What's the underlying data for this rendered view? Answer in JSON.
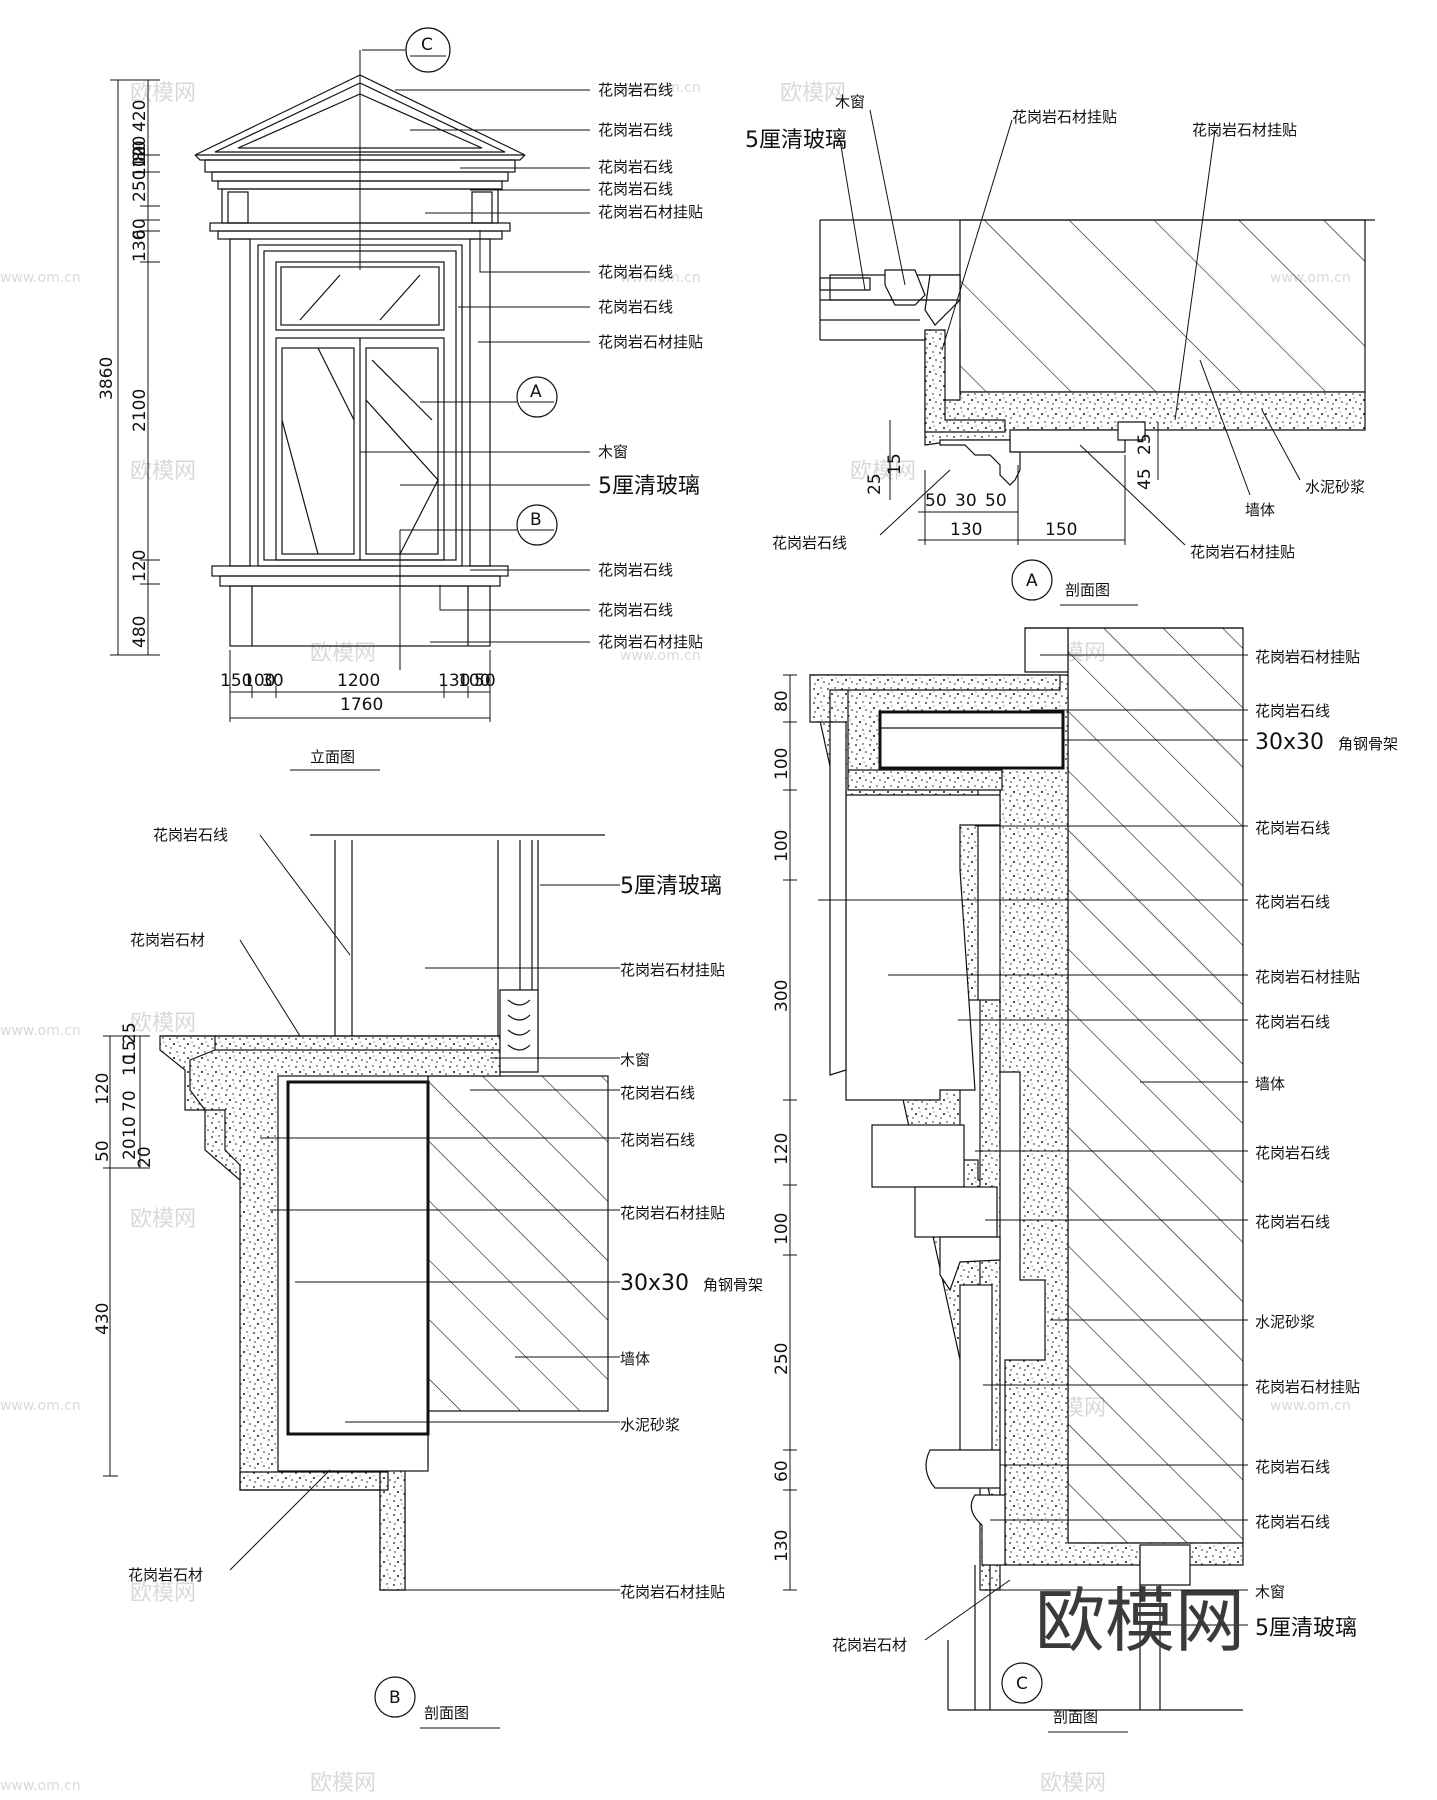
{
  "watermark": {
    "small": "欧模网",
    "url": "www.om.cn",
    "big": "欧模网"
  },
  "elevation": {
    "title": "立面图",
    "callout_marks": [
      "C",
      "A",
      "B"
    ],
    "labels": [
      "花岗岩石线",
      "花岗岩石线",
      "花岗岩石线",
      "花岗岩石线",
      "花岗岩石材挂贴",
      "花岗岩石线",
      "花岗岩石线",
      "花岗岩石材挂贴",
      "木窗",
      "5厘清玻璃",
      "花岗岩石线",
      "花岗岩石线",
      "花岗岩石材挂贴"
    ],
    "dims_vertical_outer": "3860",
    "dims_vertical": [
      "420",
      "120",
      "250",
      "100",
      "80",
      "60",
      "130",
      "2100",
      "120",
      "480"
    ],
    "dims_bottom": [
      "150",
      "100",
      "30",
      "1200",
      "130",
      "100",
      "50"
    ],
    "dims_total_width": "1760"
  },
  "section_a": {
    "mark": "A",
    "title": "剖面图",
    "labels": [
      "木窗",
      "5厘清玻璃",
      "花岗岩石材挂贴",
      "花岗岩石材挂贴",
      "水泥砂浆",
      "墙体",
      "花岗岩石线",
      "花岗岩石材挂贴"
    ],
    "dims_left": [
      "25",
      "15"
    ],
    "dims_right": [
      "45",
      "25"
    ],
    "dims_bottom_top": [
      "50",
      "30",
      "50"
    ],
    "dims_bottom": [
      "130",
      "150"
    ]
  },
  "section_b": {
    "mark": "B",
    "title": "剖面图",
    "labels_left": [
      "花岗岩石线",
      "花岗岩石材",
      "花岗岩石材"
    ],
    "labels_right": [
      "5厘清玻璃",
      "花岗岩石材挂贴",
      "木窗",
      "花岗岩石线",
      "花岗岩石线",
      "花岗岩石材挂贴",
      "30x30",
      "角钢骨架",
      "墙体",
      "水泥砂浆",
      "花岗岩石材挂贴"
    ],
    "dims_left": [
      "15",
      "25",
      "10",
      "120",
      "70",
      "50",
      "10",
      "20",
      "20",
      "430"
    ]
  },
  "section_c": {
    "mark": "C",
    "title": "剖面图",
    "labels": [
      "花岗岩石材挂贴",
      "花岗岩石线",
      "30x30",
      "角钢骨架",
      "花岗岩石线",
      "花岗岩石线",
      "花岗岩石材挂贴",
      "花岗岩石线",
      "墙体",
      "花岗岩石线",
      "花岗岩石线",
      "水泥砂浆",
      "花岗岩石材挂贴",
      "花岗岩石线",
      "花岗岩石线",
      "木窗",
      "5厘清玻璃",
      "花岗岩石材"
    ],
    "dims_left": [
      "80",
      "100",
      "100",
      "300",
      "120",
      "100",
      "250",
      "60",
      "130"
    ]
  }
}
